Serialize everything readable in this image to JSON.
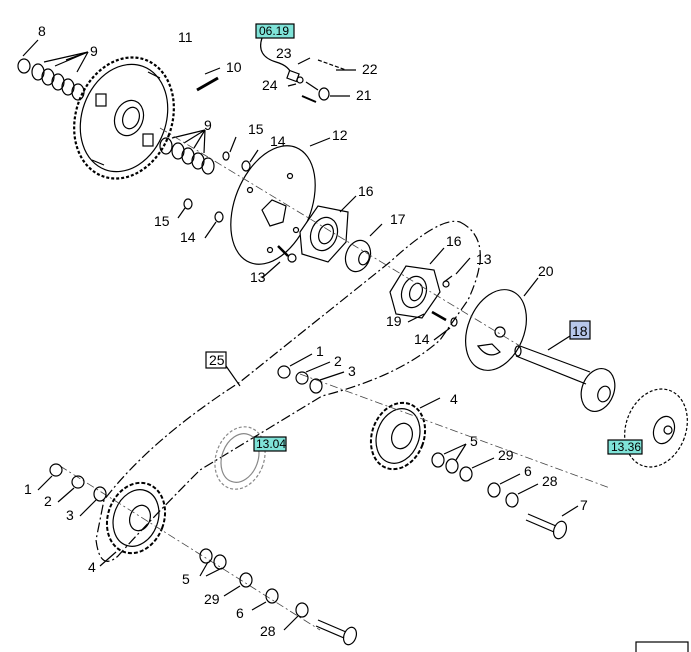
{
  "colors": {
    "ref_fill": "#7fe3d8",
    "highlight_fill": "#b7c7ea",
    "line": "#000000",
    "background": "#ffffff"
  },
  "labels": {
    "l1_a": "1",
    "l1_b": "1",
    "l2_a": "2",
    "l2_b": "2",
    "l3_a": "3",
    "l3_b": "3",
    "l4_a": "4",
    "l4_b": "4",
    "l5_a": "5",
    "l5_b": "5",
    "l6_a": "6",
    "l6_b": "6",
    "l7": "7",
    "l8": "8",
    "l9_a": "9",
    "l9_b": "9",
    "l10": "10",
    "l11": "11",
    "l12": "12",
    "l13_a": "13",
    "l13_b": "13",
    "l14_a": "14",
    "l14_b": "14",
    "l14_c": "14",
    "l15_a": "15",
    "l15_b": "15",
    "l16_a": "16",
    "l16_b": "16",
    "l17": "17",
    "l18": "18",
    "l19": "19",
    "l20": "20",
    "l21": "21",
    "l22": "22",
    "l23": "23",
    "l24": "24",
    "l25": "25",
    "l28_a": "28",
    "l28_b": "28",
    "l29_a": "29",
    "l29_b": "29"
  },
  "references": {
    "ref_0619": "06.19",
    "ref_1304": "13.04",
    "ref_1336": "13.36"
  }
}
